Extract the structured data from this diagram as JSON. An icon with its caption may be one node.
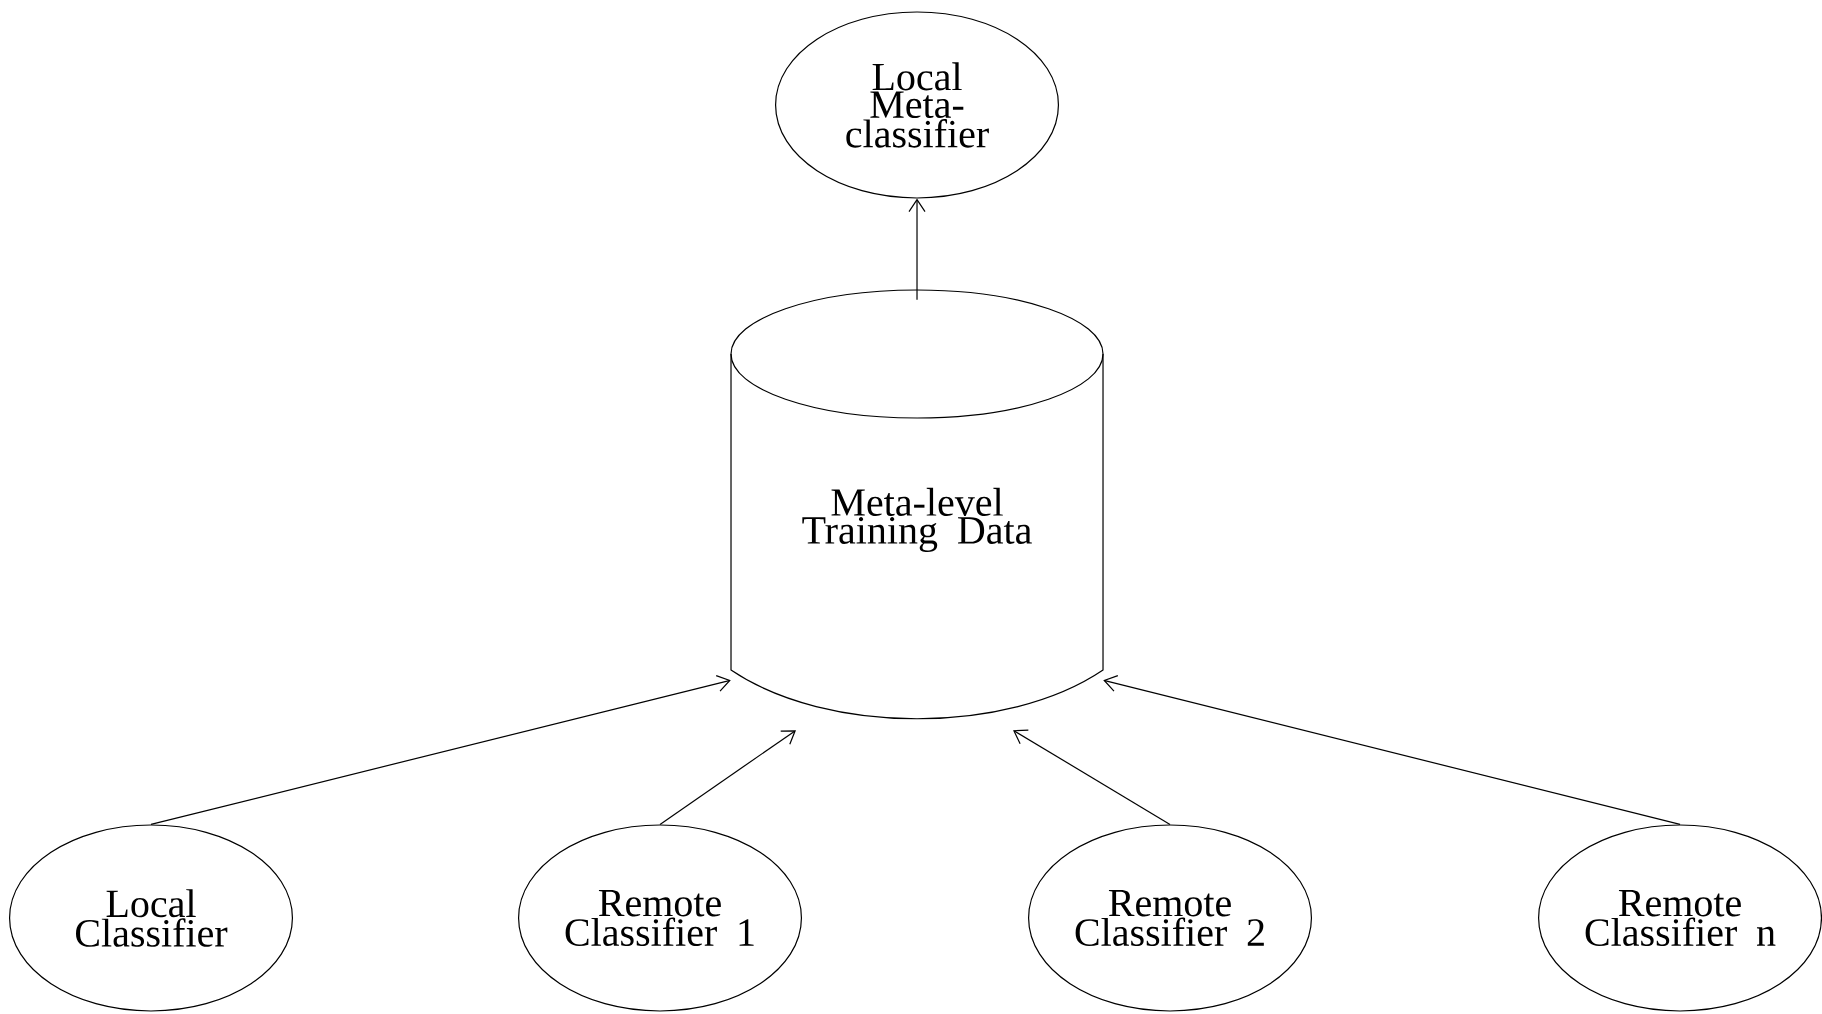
{
  "diagram": {
    "nodes": [
      {
        "text": [
          "Local Meta-classifier"
        ]
      },
      {
        "text": [
          "Meta-level Training Data"
        ]
      },
      {
        "text": [
          "Local Classifier"
        ]
      },
      {
        "text": [
          "Remote Classifier 1"
        ]
      },
      {
        "text": [
          "Remote Classifier 2"
        ]
      },
      {
        "text": [
          "Remote Classifier n"
        ]
      }
    ],
    "edges": [
      {
        "from": 1,
        "to": 0,
        "arrow": "to"
      },
      {
        "from": 2,
        "to": 1,
        "arrow": "to"
      },
      {
        "from": 3,
        "to": 1,
        "arrow": "to"
      },
      {
        "from": 4,
        "to": 1,
        "arrow": "to"
      },
      {
        "from": 5,
        "to": 1,
        "arrow": "to"
      }
    ]
  }
}
